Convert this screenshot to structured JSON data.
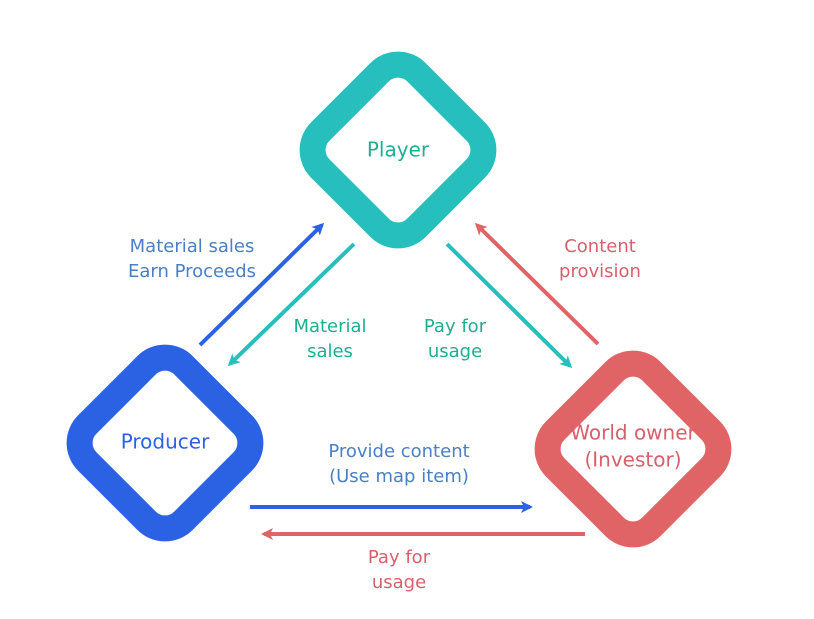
{
  "colors": {
    "teal": "#26bfbd",
    "teal_text": "#1fae92",
    "blue": "#2b62e3",
    "blue_text": "#4a7fc4",
    "red": "#e06466",
    "red_text": "#d85f6c"
  },
  "nodes": {
    "player": "Player",
    "producer": "Producer",
    "world_owner": [
      "World owner",
      "(Investor)"
    ]
  },
  "edges": {
    "producer_to_player": [
      "Material sales",
      "Earn Proceeds"
    ],
    "player_to_producer": [
      "Material",
      "sales"
    ],
    "player_to_world_owner": [
      "Pay for",
      "usage"
    ],
    "world_owner_to_player": [
      "Content",
      "provision"
    ],
    "producer_to_world_owner": [
      "Provide content",
      "(Use map item)"
    ],
    "world_owner_to_producer": [
      "Pay for",
      "usage"
    ]
  }
}
